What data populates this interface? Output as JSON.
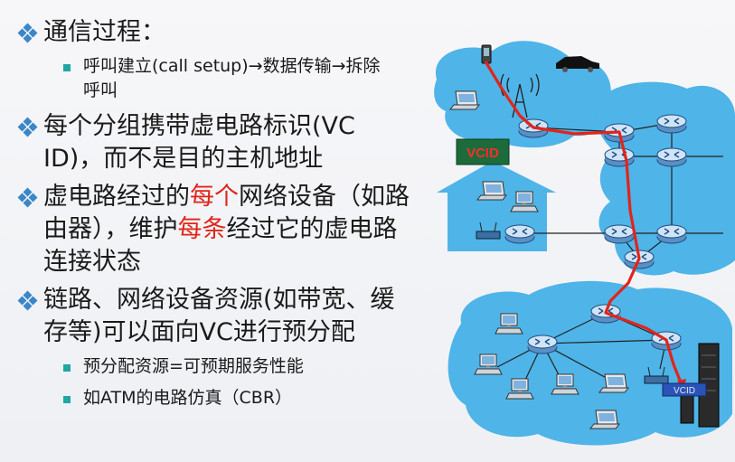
{
  "bullets": [
    {
      "level": 1,
      "parts": [
        {
          "text": "通信过程："
        }
      ]
    },
    {
      "level": 2,
      "parts": [
        {
          "text": "呼叫建立(call  setup)→数据传输→拆除呼叫"
        }
      ]
    },
    {
      "level": 1,
      "parts": [
        {
          "text": "每个分组携带虚电路标识(VC ID)，而不是目的主机地址"
        }
      ]
    },
    {
      "level": 1,
      "parts": [
        {
          "text": "虚电路经过的"
        },
        {
          "text": "每个",
          "highlight": true
        },
        {
          "text": "网络设备（如路由器），维护"
        },
        {
          "text": "每条",
          "highlight": true
        },
        {
          "text": "经过它的虚电路连接状态"
        }
      ]
    },
    {
      "level": 1,
      "parts": [
        {
          "text": "链路、网络设备资源(如带宽、缓存等)可以面向VC进行预分配"
        }
      ]
    },
    {
      "level": 2,
      "parts": [
        {
          "text": "预分配资源=可预期服务性能"
        }
      ]
    },
    {
      "level": 2,
      "parts": [
        {
          "text": "如ATM的电路仿真（CBR）"
        }
      ]
    }
  ],
  "figure": {
    "vcid_label_1": "VCID",
    "vcid_label_2": "VCID",
    "path_color": "#e0251b",
    "cloud_color": "#4fb4e8"
  }
}
